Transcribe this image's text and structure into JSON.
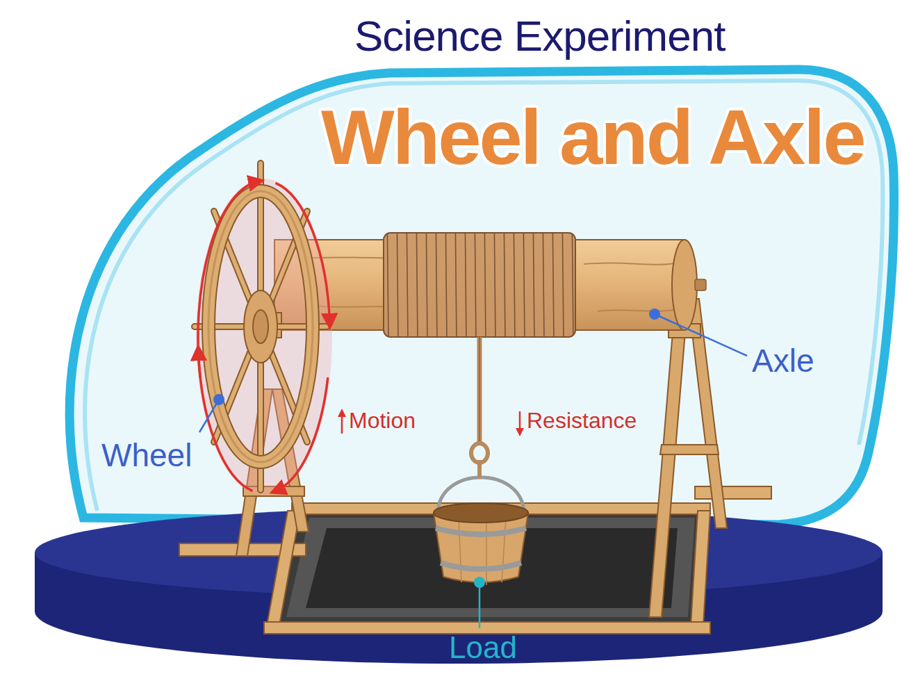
{
  "diagram": {
    "title": "Wheel and Axle",
    "labels": [
      "Science Experiment",
      "Axle",
      "Motion",
      "Resistance",
      "Wheel",
      "Load"
    ]
  }
}
